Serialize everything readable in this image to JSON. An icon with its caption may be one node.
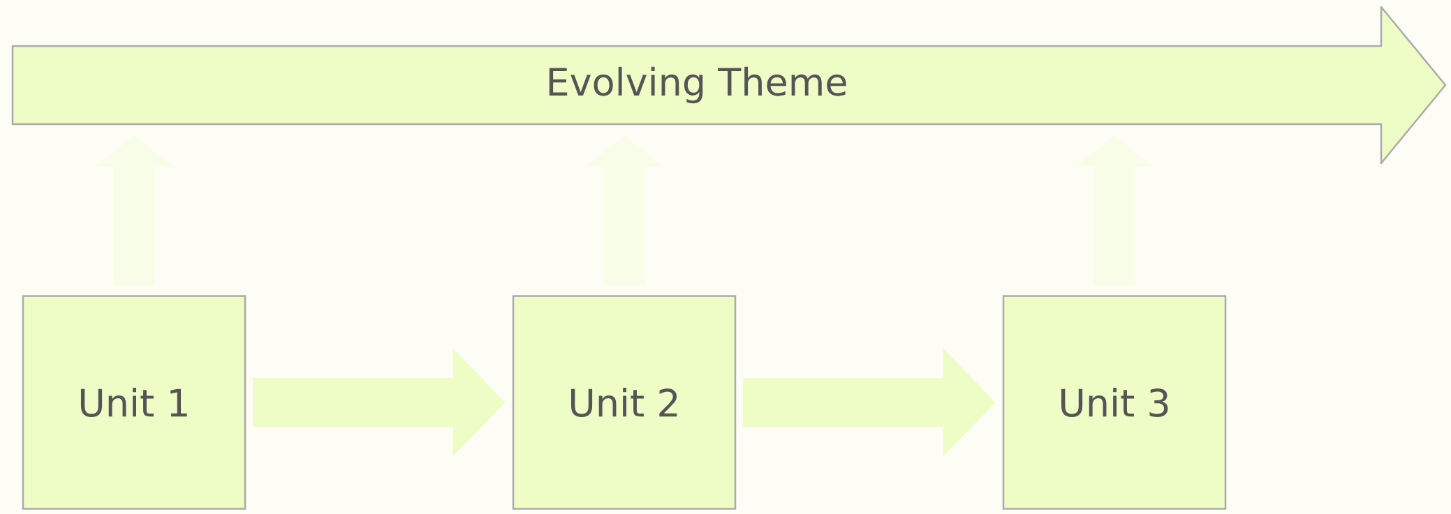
{
  "diagram": {
    "nodes": [
      {
        "text": [
          "Evolving Theme"
        ]
      },
      {
        "text": [
          "Unit 1"
        ]
      },
      {
        "text": [
          "Unit 2"
        ]
      },
      {
        "text": [
          "Unit 3"
        ]
      }
    ],
    "edges": [
      {
        "from": 1,
        "to": 2,
        "arrow": "to"
      },
      {
        "from": 2,
        "to": 3,
        "arrow": "to"
      },
      {
        "from": 1,
        "to": 0,
        "arrow": "to"
      },
      {
        "from": 2,
        "to": 0,
        "arrow": "to"
      },
      {
        "from": 3,
        "to": 0,
        "arrow": "to"
      }
    ]
  }
}
